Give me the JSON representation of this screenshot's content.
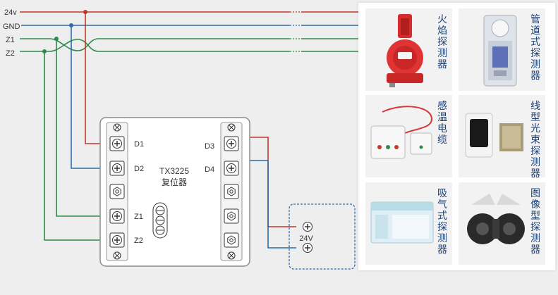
{
  "bus_lines": [
    {
      "label": "24v",
      "color": "#c0392b"
    },
    {
      "label": "GND",
      "color": "#2c6aa8"
    },
    {
      "label": "Z1",
      "color": "#2e8b47"
    },
    {
      "label": "Z2",
      "color": "#2e8b47"
    }
  ],
  "module": {
    "model": "TX3225",
    "name": "复位器",
    "left_terminals": [
      "D1",
      "D2",
      "",
      "Z1",
      "Z2"
    ],
    "right_terminals": [
      "D3",
      "D4",
      "",
      "",
      ""
    ]
  },
  "power_box": {
    "label": "24V"
  },
  "detectors": [
    {
      "label": "火焰探测器",
      "icon": "flame-detector-icon"
    },
    {
      "label": "管道式探测器",
      "icon": "duct-detector-icon"
    },
    {
      "label": "感温电缆",
      "icon": "heat-cable-icon"
    },
    {
      "label": "线型光束探测器",
      "icon": "beam-detector-icon"
    },
    {
      "label": "吸气式探测器",
      "icon": "aspirating-detector-icon"
    },
    {
      "label": "图像型探测器",
      "icon": "image-detector-icon"
    }
  ],
  "colors": {
    "red": "#c0392b",
    "blue": "#2c6aa8",
    "green": "#2e8b47",
    "label": "#1c3f73"
  }
}
